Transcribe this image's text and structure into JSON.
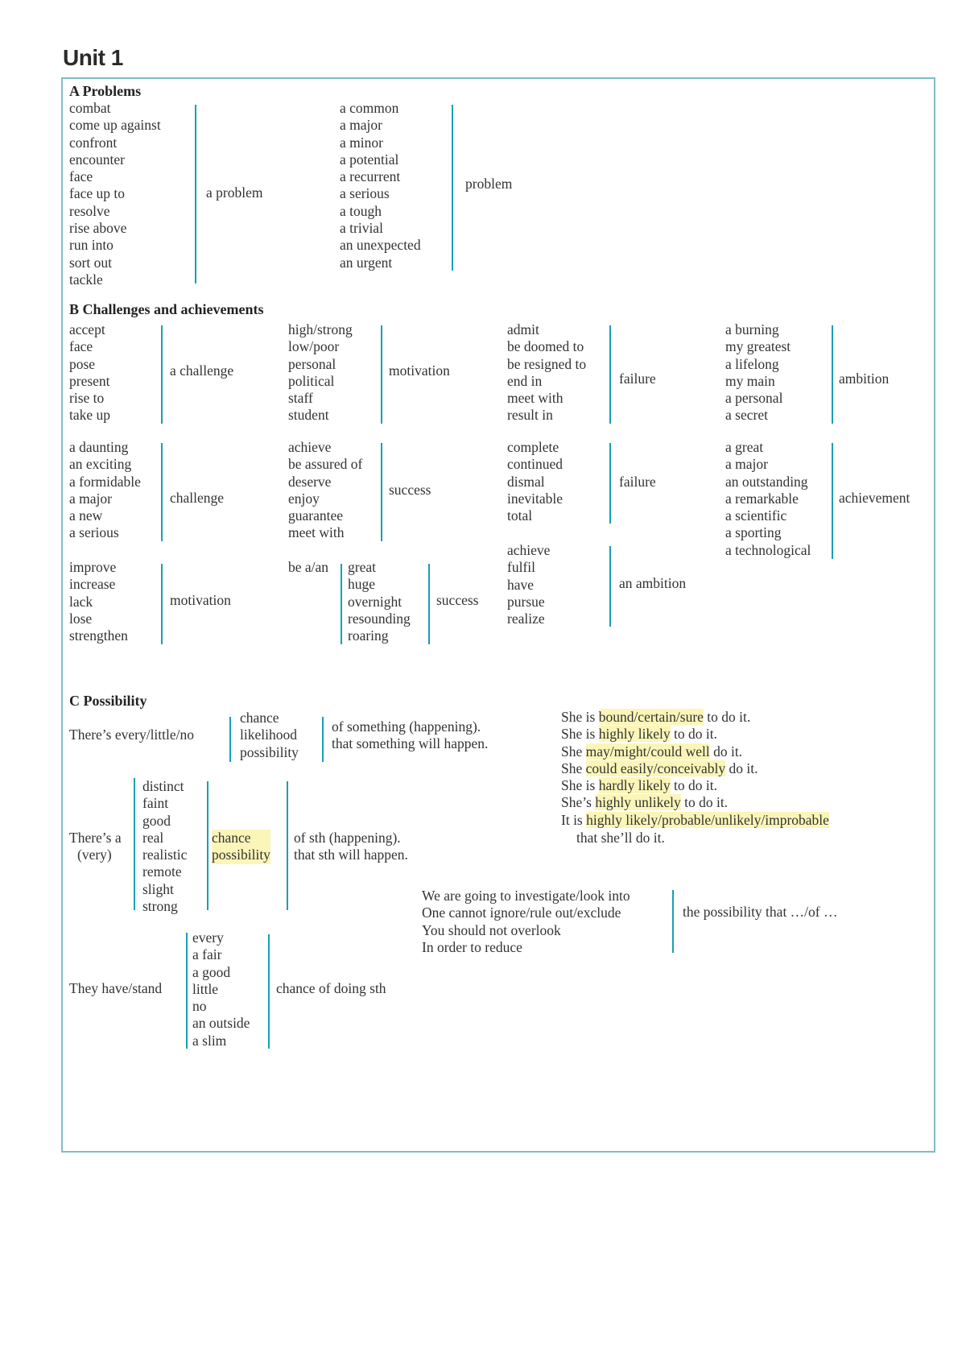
{
  "unit_title": "Unit 1",
  "section_a": {
    "heading": "A Problems",
    "verbs": [
      "combat",
      "come up against",
      "confront",
      "encounter",
      "face",
      "face up to",
      "resolve",
      "rise above",
      "run into",
      "sort out",
      "tackle"
    ],
    "verbs_target": "a problem",
    "adjectives": [
      "a common",
      "a major",
      "a minor",
      "a potential",
      "a recurrent",
      "a serious",
      "a tough",
      "a trivial",
      "an unexpected",
      "an urgent"
    ],
    "adjectives_target": "problem"
  },
  "section_b": {
    "heading": "B Challenges and achievements",
    "g1": {
      "items": [
        "accept",
        "face",
        "pose",
        "present",
        "rise to",
        "take up"
      ],
      "target": "a challenge"
    },
    "g2": {
      "items": [
        "high/strong",
        "low/poor",
        "personal",
        "political",
        "staff",
        "student"
      ],
      "target": "motivation"
    },
    "g3": {
      "items": [
        "admit",
        "be doomed to",
        "be resigned to",
        "end in",
        "meet with",
        "result in"
      ],
      "target": "failure"
    },
    "g4": {
      "items": [
        "a burning",
        "my greatest",
        "a lifelong",
        "my main",
        "a personal",
        "a secret"
      ],
      "target": "ambition"
    },
    "g5": {
      "items": [
        "a daunting",
        "an exciting",
        "a formidable",
        "a major",
        "a new",
        "a serious"
      ],
      "target": "challenge"
    },
    "g6": {
      "items": [
        "achieve",
        "be assured of",
        "deserve",
        "enjoy",
        "guarantee",
        "meet with"
      ],
      "target": "success"
    },
    "g7": {
      "items": [
        "complete",
        "continued",
        "dismal",
        "inevitable",
        "total"
      ],
      "target": "failure"
    },
    "g8": {
      "items": [
        "a great",
        "a major",
        "an outstanding",
        "a remarkable",
        "a scientific",
        "a sporting",
        "a technological"
      ],
      "target": "achievement"
    },
    "g9": {
      "items": [
        "improve",
        "increase",
        "lack",
        "lose",
        "strengthen"
      ],
      "target": "motivation"
    },
    "g10": {
      "prefix": "be a/an",
      "items": [
        "great",
        "huge",
        "overnight",
        "resounding",
        "roaring"
      ],
      "target": "success"
    },
    "g11": {
      "items": [
        "achieve",
        "fulfil",
        "have",
        "pursue",
        "realize"
      ],
      "target": "an ambition"
    }
  },
  "section_c": {
    "heading": "C Possibility",
    "p1": {
      "lead": "There’s every/little/no",
      "nouns": [
        "chance",
        "likelihood",
        "possibility"
      ],
      "endings": [
        "of something (happening).",
        "that something will happen."
      ]
    },
    "p2": {
      "lead_1": "There’s a",
      "lead_2": "(very)",
      "adjectives": [
        "distinct",
        "faint",
        "good",
        "real",
        "realistic",
        "remote",
        "slight",
        "strong"
      ],
      "nouns": [
        "chance",
        "possibility"
      ],
      "endings": [
        "of sth (happening).",
        "that sth will happen."
      ]
    },
    "p3": {
      "lead": "They have/stand",
      "adjectives": [
        "every",
        "a fair",
        "a good",
        "little",
        "no",
        "an outside",
        "a slim"
      ],
      "ending": "chance of doing sth"
    },
    "sentences": [
      [
        "She is ",
        "bound/certain/sure",
        " to do it."
      ],
      [
        "She is ",
        "highly likely",
        " to do it."
      ],
      [
        "She ",
        "may/might/could well",
        " do it."
      ],
      [
        "She ",
        "could easily/conceivably",
        " do it."
      ],
      [
        "She is ",
        "hardly likely",
        " to do it."
      ],
      [
        "She’s ",
        "highly unlikely",
        " to do it."
      ],
      [
        "It is ",
        "highly likely/probable/unlikely/improbable",
        ""
      ]
    ],
    "sentence_cont": "that she’ll do it.",
    "p4": {
      "phrases": [
        "We are going to investigate/look into",
        "One cannot ignore/rule out/exclude",
        "You should not overlook",
        "In order to reduce"
      ],
      "target": "the possibility that …/of …"
    }
  }
}
